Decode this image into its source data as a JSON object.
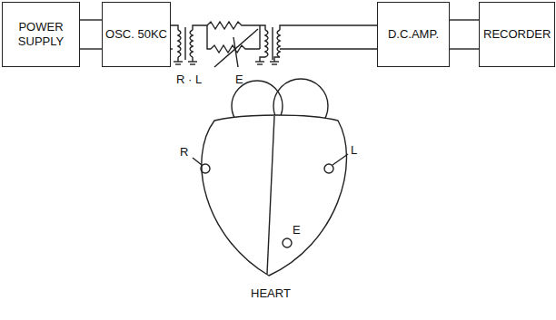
{
  "diagram": {
    "nodes": [
      {
        "text": [
          "POWER SUPPLY"
        ]
      },
      {
        "text": [
          "OSC. 50KC"
        ]
      },
      {
        "text": [
          "D.C.AMP."
        ]
      },
      {
        "text": [
          "RECORDER"
        ]
      }
    ],
    "edges": [
      {
        "from": 0,
        "to": 1,
        "arrow": "none"
      },
      {
        "from": 2,
        "to": 3,
        "arrow": "none"
      }
    ],
    "labels": [
      "R · L",
      "E",
      "R",
      "L",
      "E",
      "HEART"
    ]
  }
}
